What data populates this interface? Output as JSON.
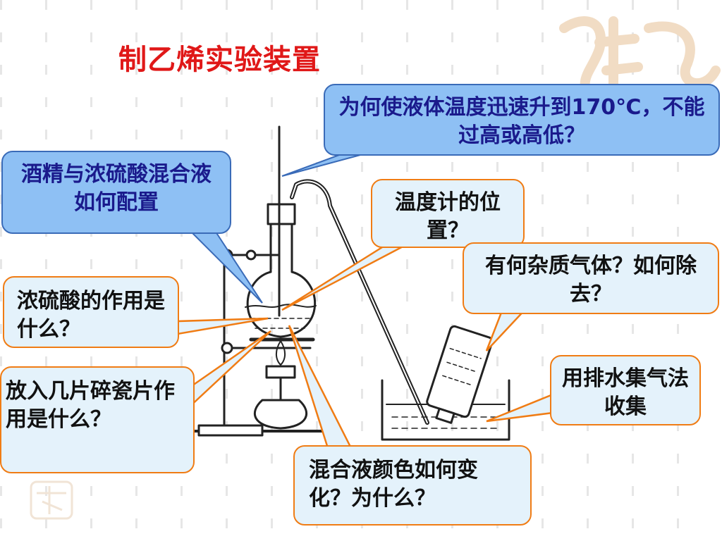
{
  "title": "制乙烯实验装置",
  "callouts": {
    "temperature": "为何使液体温度迅速升到170℃，不能过高或高低？",
    "mixing": "酒精与浓硫酸混合液如何配置",
    "thermometer": "温度计的位置？",
    "impurity": "有何杂质气体？如何除去？",
    "sulfuric": "浓硫酸的作用是什么？",
    "water": "用排水集气法收集",
    "porcelain": "放入几片碎瓷片作用是什么？",
    "color": "混合液颜色如何变化？为什么？"
  },
  "colors": {
    "title": "#e01818",
    "blue_fill": "#8ec0f4",
    "blue_text": "#1a1a8c",
    "light_fill": "#e4f2fb",
    "orange_border": "#f07c14"
  }
}
